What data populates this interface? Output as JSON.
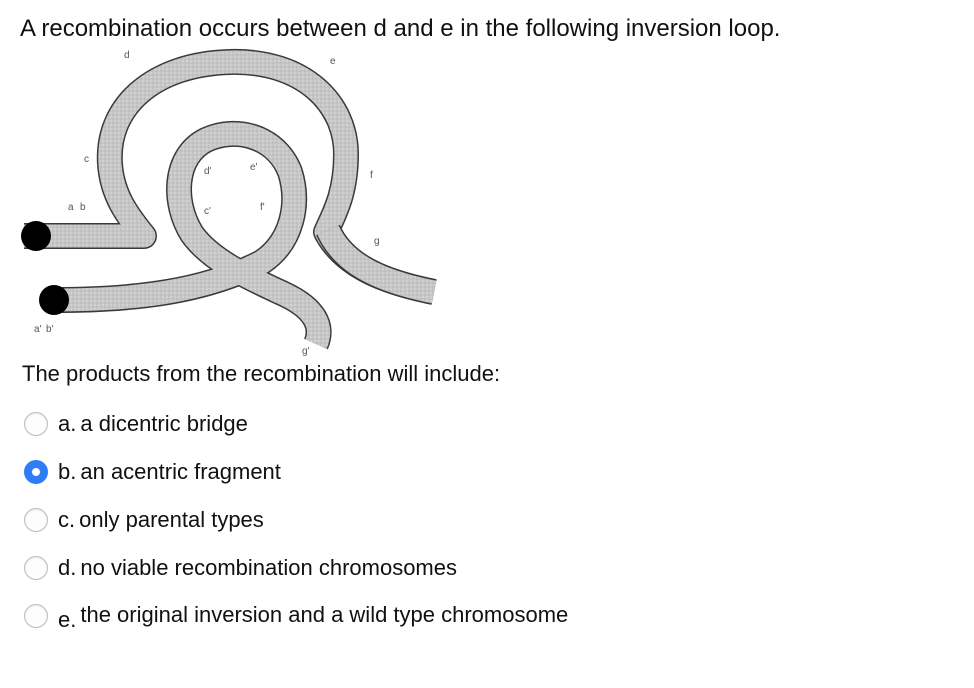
{
  "question": {
    "text": "A recombination occurs between d and e in the following inversion loop."
  },
  "diagram": {
    "labels": {
      "a": "a",
      "b": "b",
      "c": "c",
      "d": "d",
      "e": "e",
      "f": "f",
      "g": "g",
      "a_prime": "a'",
      "b_prime": "b'",
      "c_prime": "c'",
      "d_prime": "d'",
      "e_prime": "e'",
      "f_prime": "f'",
      "g_prime": "g'"
    }
  },
  "prompt": {
    "text": "The products from the recombination will include:"
  },
  "options": [
    {
      "letter": "a.",
      "text": "a dicentric bridge",
      "selected": false
    },
    {
      "letter": "b.",
      "text": "an acentric fragment",
      "selected": true
    },
    {
      "letter": "c.",
      "text": "only parental types",
      "selected": false
    },
    {
      "letter": "d.",
      "text": "no viable recombination chromosomes",
      "selected": false
    },
    {
      "letter": "e.",
      "text": "the original inversion and a wild type chromosome",
      "selected": false
    }
  ],
  "colors": {
    "radio_selected": "#2f7ef6",
    "chromatid_fill": "#c8c8c8",
    "chromatid_outline": "#3a3a3a",
    "centromere": "#000000"
  }
}
